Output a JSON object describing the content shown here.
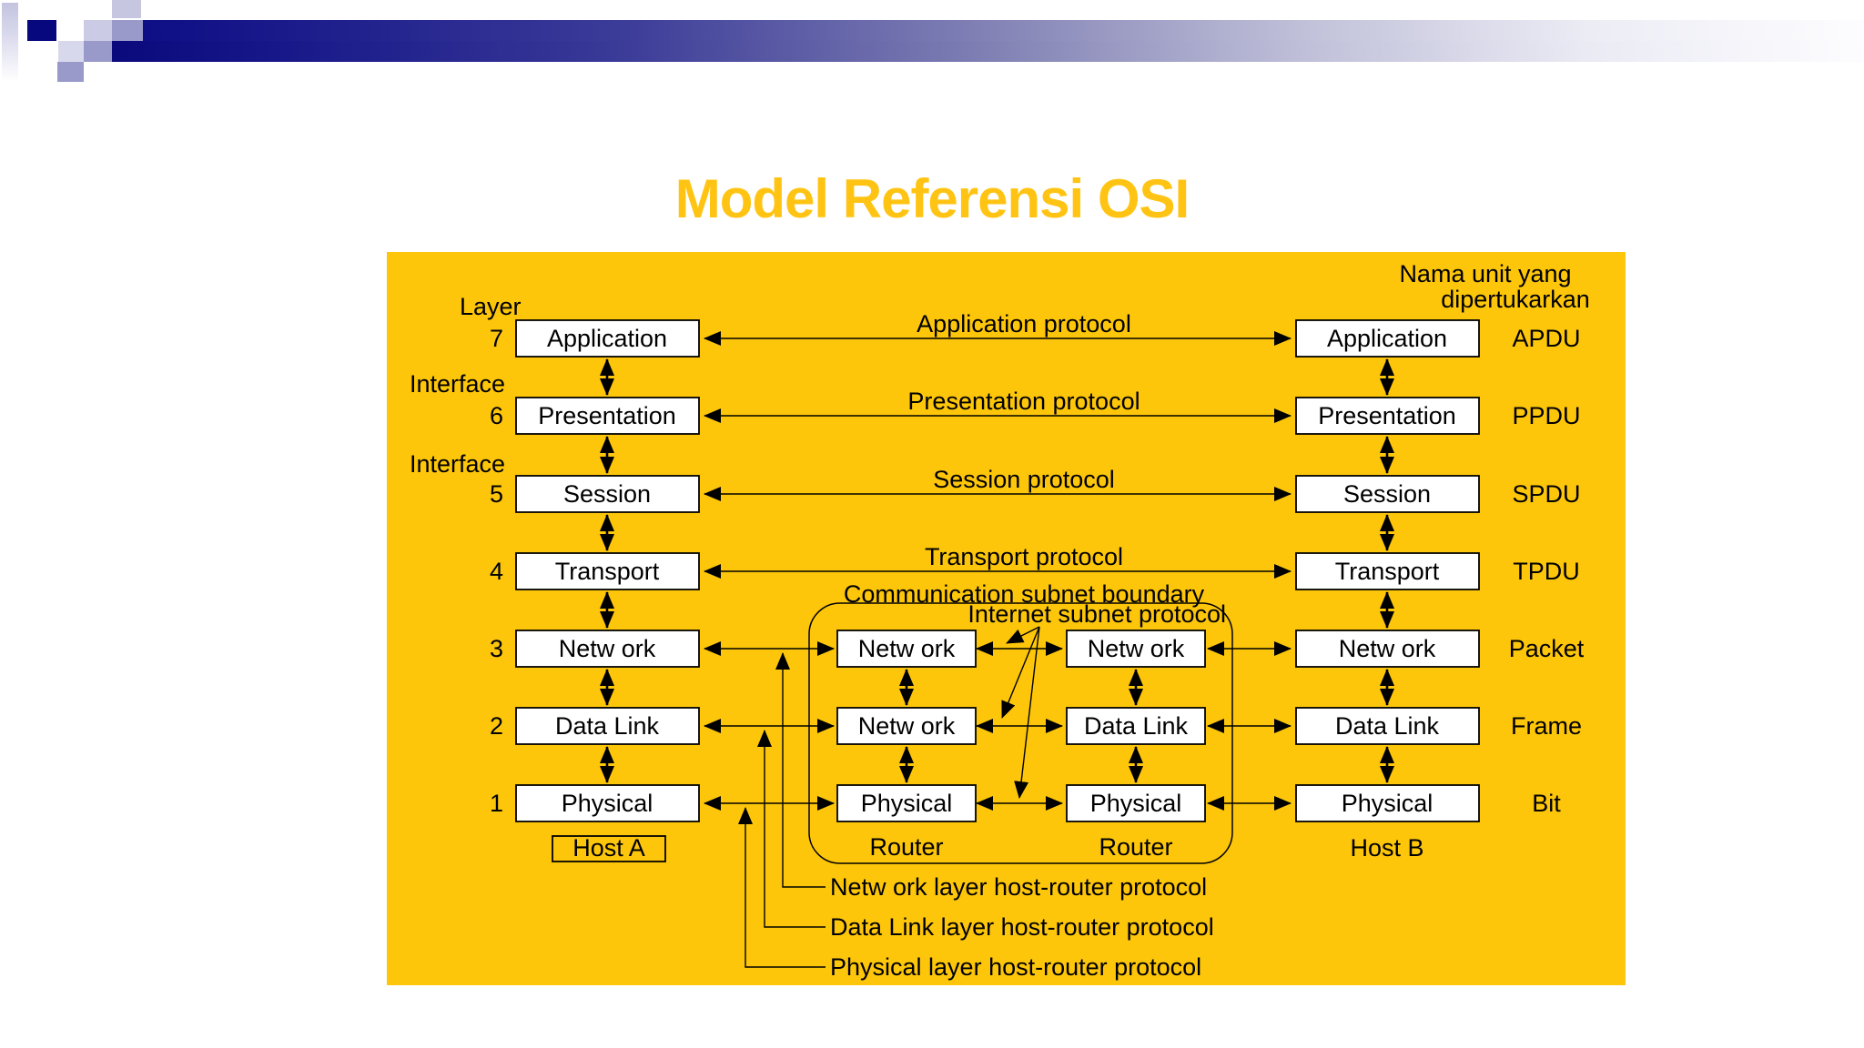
{
  "title": "Model Referensi OSI",
  "annotations": {
    "layer": "Layer",
    "interface": "Interface",
    "units_heading_1": "Nama unit yang",
    "units_heading_2": "dipertukarkan"
  },
  "layers": [
    {
      "num": "7",
      "name": "Application",
      "unit": "APDU"
    },
    {
      "num": "6",
      "name": "Presentation",
      "unit": "PPDU"
    },
    {
      "num": "5",
      "name": "Session",
      "unit": "SPDU"
    },
    {
      "num": "4",
      "name": "Transport",
      "unit": "TPDU"
    },
    {
      "num": "3",
      "name": "Netw ork",
      "unit": "Packet"
    },
    {
      "num": "2",
      "name": "Data Link",
      "unit": "Frame"
    },
    {
      "num": "1",
      "name": "Physical",
      "unit": "Bit"
    }
  ],
  "protocols": {
    "application": "Application protocol",
    "presentation": "Presentation protocol",
    "session": "Session protocol",
    "transport": "Transport protocol",
    "subnet_boundary": "Communication subnet boundary",
    "internet_subnet": "Internet subnet protocol"
  },
  "routers": {
    "caption": "Router",
    "r1": [
      "Netw ork",
      "Netw ork",
      "Physical"
    ],
    "r2": [
      "Netw ork",
      "Data Link",
      "Physical"
    ]
  },
  "hosts": {
    "a": "Host A",
    "b": "Host B"
  },
  "notes": [
    "Netw ork layer host-router protocol",
    "Data Link layer host-router protocol",
    "Physical layer host-router protocol"
  ],
  "colors": {
    "panel_yellow": "#FDC60A",
    "title_gold": "#FFC413",
    "bar_navy": "#0A0A7C",
    "line_black": "#000000"
  }
}
